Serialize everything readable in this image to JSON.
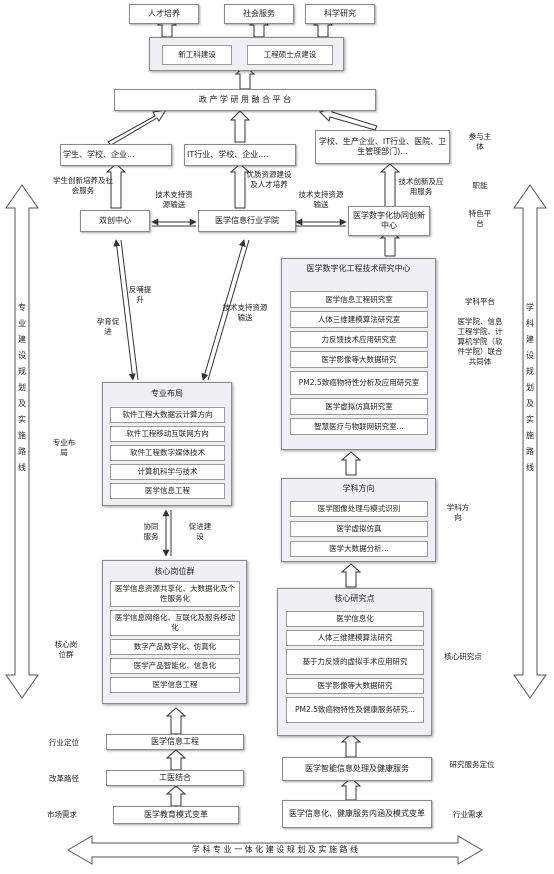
{
  "top": {
    "talent": "人才培养",
    "social": "社会服务",
    "research": "科学研究",
    "new_eng": "新工科建设",
    "master": "工程硕士点建设",
    "platform": "政 产 学 研 用 融 合 平 台"
  },
  "participants": {
    "left": "学生、学校、企业...",
    "mid": "IT行业、学校、企业....",
    "right": "学校、生产企业、IT行业、医院、卫生管理部门)...",
    "label_participant": "参与主体"
  },
  "row3": {
    "shuangchuang": "双创中心",
    "industry_college": "医学信息行业学院",
    "digital_center": "医学数字化协同创新中心",
    "lbl_student": "学生创新培养及社会服务",
    "lbl_quality": "优质资源建设及人才培养",
    "lbl_tech_support_1": "技术支持资源输送",
    "lbl_tech_support_2": "技术支持资源输送",
    "lbl_innovation": "技术创新及应用服务",
    "label_function": "职能",
    "label_feature": "特色平台"
  },
  "mid_links": {
    "feedback": "反哺提升",
    "promote": "孕育促进",
    "tech_support": "技术支持资源输送",
    "coop": "协同服务",
    "build": "促进建设"
  },
  "research_center": {
    "title": "医学数字化工程技术研究中心",
    "items": [
      "医学信息工程研究室",
      "人体三维建模算法研究室",
      "力反馈技术应用研究室",
      "医学影像等大数据研究",
      "PM2.5致癌物特性分析及应用研究室",
      "医学虚拟仿真研究室",
      "智慧医疗与物联网研究室..."
    ],
    "label_platform": "学科平台",
    "label_union": "医学院、信息工程学院、计算机学院（软件学院）联合共同体"
  },
  "major_layout": {
    "title": "专业布局",
    "items": [
      "软件工程大数据云计算方向",
      "软件工程移动互联网方向",
      "软件工程数字媒体技术",
      "计算机科学与技术",
      "医学信息工程"
    ],
    "label": "专业布局"
  },
  "discipline_direction": {
    "title": "学科方向",
    "items": [
      "医学图像处理与模式识别",
      "医学虚拟仿真",
      "医学大数据分析..."
    ],
    "label": "学科方向"
  },
  "core_courses": {
    "title": "核心岗位群",
    "items": [
      "医学信息资源共享化、大数据化及个性服务化",
      "医学信息网络化、互联化及服务移动化",
      "数字产品数字化、仿真化",
      "医学产品智能化、信息化",
      "医学信息工程"
    ],
    "label": "核心岗位群"
  },
  "core_research": {
    "title": "核心研究点",
    "items": [
      "医学信息化",
      "人体三维建模算法研究",
      "基于力反馈的虚拟手术应用研究",
      "医学影像等大数据研究",
      "PM2.5致癌物特性及健康服务研究..."
    ],
    "label": "核心研究点"
  },
  "bottom": {
    "left_engineering": "医学信息工程",
    "left_integration": "工医结合",
    "left_demand": "医学教育模式变革",
    "label_industry_pos": "行业定位",
    "label_reform": "改革路径",
    "label_market": "市场需求",
    "right_health": "医学智能信息处理及健康服务",
    "right_demand": "医学信息化、健康服务内涵及模式变革",
    "label_research_pos": "研究服务定位",
    "label_industry_demand": "行业需求",
    "banner": "学 科 专 业 一 体 化 建 设 规 划 及 实 施 路 线"
  },
  "side": {
    "left": "专业建设规划及实施路线",
    "right": "学科建设规划及实施路线"
  }
}
